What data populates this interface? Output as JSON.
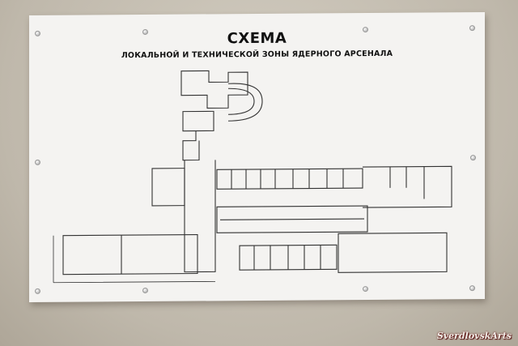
{
  "sign": {
    "title": "СХЕМА",
    "subtitle": "ЛОКАЛЬНОЙ И ТЕХНИЧЕСКОЙ ЗОНЫ ЯДЕРНОГО АРСЕНАЛА"
  },
  "watermark": "SverdlovskArts",
  "colors": {
    "wall": "#c8c2b6",
    "board": "#f4f3f1",
    "line": "#333333"
  }
}
